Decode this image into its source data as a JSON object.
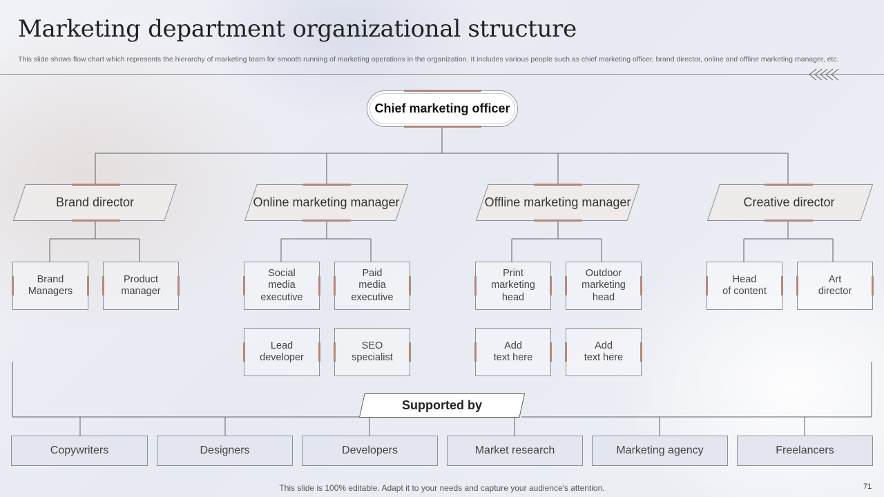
{
  "slide": {
    "title": "Marketing department organizational structure",
    "subtitle": "This slide shows flow chart which represents the hierarchy of marketing team for smooth running of marketing operations in the organization. It includes various people such as chief marketing officer, brand director, online and offline marketing manager, etc.",
    "footer": "This slide is 100% editable. Adapt it to your needs and capture your audience's attention.",
    "page_number": "71"
  },
  "org": {
    "chief": "Chief marketing officer",
    "managers": [
      {
        "title": "Brand director",
        "reports": [
          "Brand\nManagers",
          "Product\nmanager"
        ]
      },
      {
        "title": "Online marketing manager",
        "reports": [
          "Social\nmedia\nexecutive",
          "Paid\nmedia\nexecutive",
          "Lead\ndeveloper",
          "SEO\nspecialist"
        ]
      },
      {
        "title": "Offline marketing manager",
        "reports": [
          "Print\nmarketing\nhead",
          "Outdoor\nmarketing\nhead",
          "Add\ntext here",
          "Add\ntext here"
        ]
      },
      {
        "title": "Creative director",
        "reports": [
          "Head\nof content",
          "Art\ndirector"
        ]
      }
    ],
    "supported_by": {
      "label": "Supported by",
      "items": [
        "Copywriters",
        "Designers",
        "Developers",
        "Market research",
        "Marketing agency",
        "Freelancers"
      ]
    }
  },
  "colors": {
    "accent": "#b08a7f",
    "line": "#5a5e66",
    "manager_fill": "#efebea",
    "support_fill": "#e3e6ef"
  }
}
